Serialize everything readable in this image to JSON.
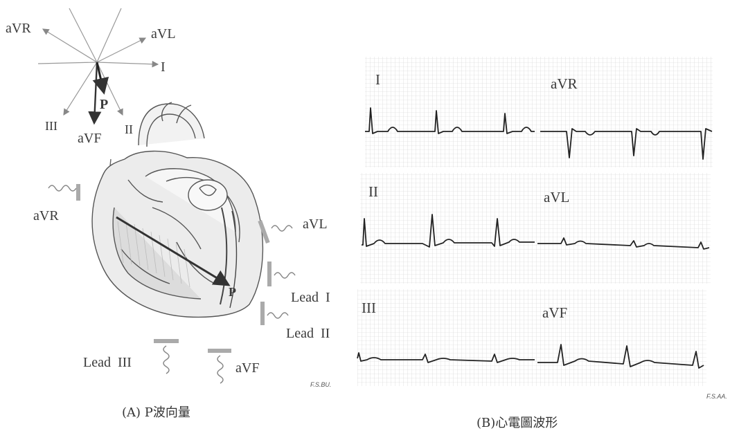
{
  "panel_a": {
    "axis_labels": {
      "avr": "aVR",
      "avl": "aVL",
      "i": "I",
      "iii": "III",
      "avf": "aVF",
      "ii": "II",
      "p": "P"
    },
    "electrode_labels": {
      "avr": "aVR",
      "avl": "aVL",
      "lead_i": "Lead  I",
      "lead_ii": "Lead  II",
      "lead_iii": "Lead  III",
      "avf": "aVF"
    },
    "vector_label": "P",
    "credit": "F.S.BU.",
    "caption": "(A) P波向量"
  },
  "panel_b": {
    "strips": [
      {
        "label": "I"
      },
      {
        "label": "aVR"
      },
      {
        "label": "II"
      },
      {
        "label": "aVL"
      },
      {
        "label": "III"
      },
      {
        "label": "aVF"
      }
    ],
    "credit": "F.S.AA.",
    "caption": "(B)心電圖波形"
  }
}
